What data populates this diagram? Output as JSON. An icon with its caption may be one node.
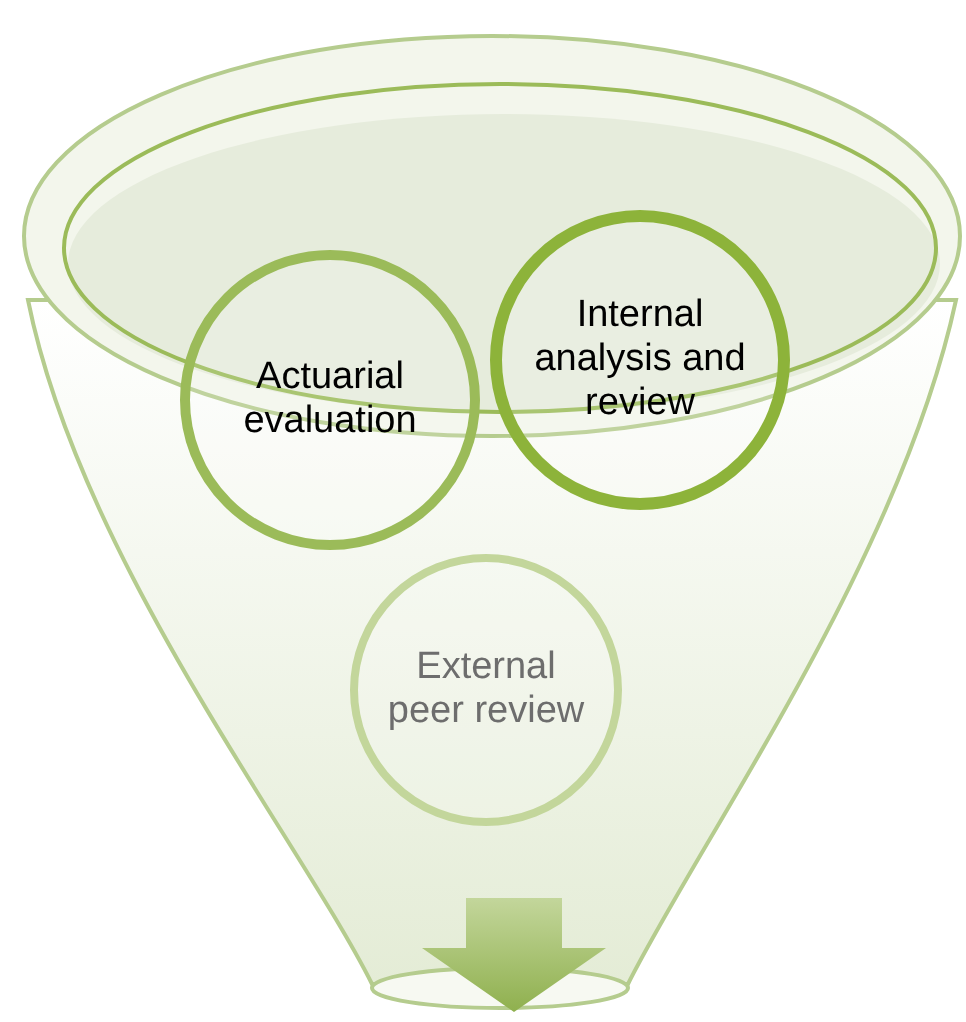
{
  "diagram": {
    "nodes": [
      {
        "text": [
          "Actuarial evaluation"
        ]
      },
      {
        "text": [
          "Internal analysis and review"
        ]
      },
      {
        "text": [
          "External peer review"
        ]
      }
    ]
  }
}
